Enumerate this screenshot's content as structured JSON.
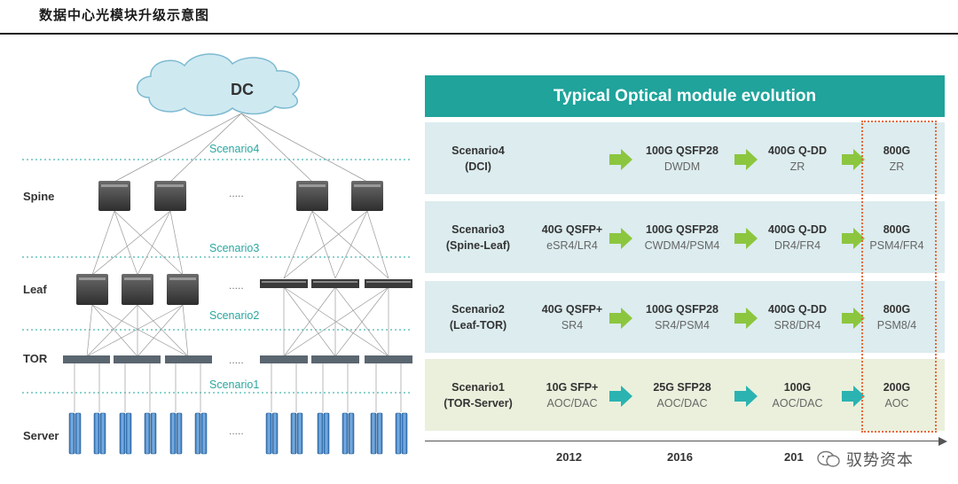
{
  "page_title": "数据中心光模块升级示意图",
  "diagram": {
    "cloud_label": "DC",
    "tiers": [
      "Spine",
      "Leaf",
      "TOR",
      "Server"
    ],
    "scenario_labels": [
      "Scenario4",
      "Scenario3",
      "Scenario2",
      "Scenario1"
    ],
    "ellipsis": "....."
  },
  "table": {
    "header": "Typical Optical module evolution",
    "rows": [
      {
        "scenario": [
          "Scenario4",
          "(DCI)"
        ],
        "cells": [
          null,
          {
            "type": "100G QSFP28",
            "sub": "DWDM"
          },
          {
            "type": "400G Q-DD",
            "sub": "ZR"
          },
          {
            "type": "800G",
            "sub": "ZR"
          }
        ]
      },
      {
        "scenario": [
          "Scenario3",
          "(Spine-Leaf)"
        ],
        "cells": [
          {
            "type": "40G QSFP+",
            "sub": "eSR4/LR4"
          },
          {
            "type": "100G QSFP28",
            "sub": "CWDM4/PSM4"
          },
          {
            "type": "400G Q-DD",
            "sub": "DR4/FR4"
          },
          {
            "type": "800G",
            "sub": "PSM4/FR4"
          }
        ]
      },
      {
        "scenario": [
          "Scenario2",
          "(Leaf-TOR)"
        ],
        "cells": [
          {
            "type": "40G QSFP+",
            "sub": "SR4"
          },
          {
            "type": "100G QSFP28",
            "sub": "SR4/PSM4"
          },
          {
            "type": "400G Q-DD",
            "sub": "SR8/DR4"
          },
          {
            "type": "800G",
            "sub": "PSM8/4"
          }
        ]
      },
      {
        "scenario": [
          "Scenario1",
          "(TOR-Server)"
        ],
        "cells": [
          {
            "type": "10G SFP+",
            "sub": "AOC/DAC"
          },
          {
            "type": "25G SFP28",
            "sub": "AOC/DAC"
          },
          {
            "type": "100G",
            "sub": "AOC/DAC"
          },
          {
            "type": "200G",
            "sub": "AOC"
          }
        ]
      }
    ],
    "years": [
      "2012",
      "2016",
      "201"
    ]
  },
  "colors": {
    "accent": "#1fa39b",
    "arrow_green": "#8cc63f",
    "arrow_teal": "#2bb3b1",
    "highlight_border": "#e86a3c"
  },
  "watermark": "驭势资本"
}
